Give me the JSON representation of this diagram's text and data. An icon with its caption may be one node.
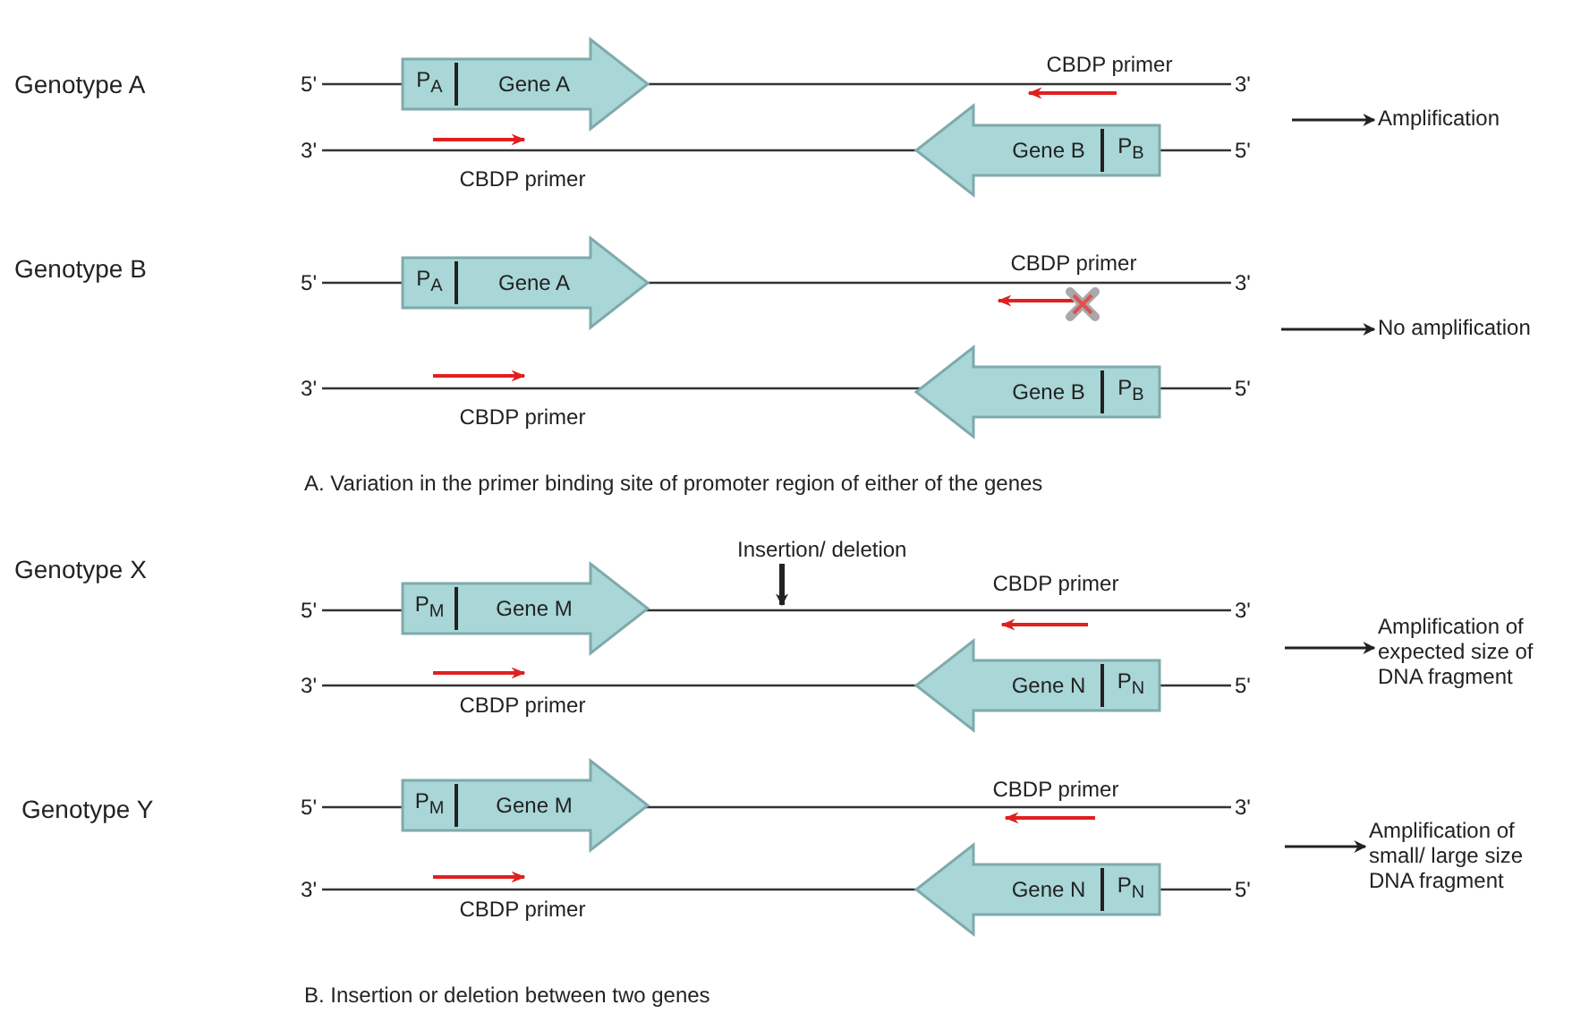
{
  "diagram": {
    "nodes": [
      {
        "text": [
          "P$_{A}$",
          "Gene A"
        ]
      },
      {
        "text": [
          "Gene B",
          "P$_{B}$"
        ]
      },
      {
        "text": [
          "Amplification"
        ]
      },
      {
        "text": [
          "P$_{A}$",
          "Gene A"
        ]
      },
      {
        "text": [
          "Gene B",
          "P$_{B}$"
        ]
      },
      {
        "text": [
          "No amplification"
        ]
      },
      {
        "text": [
          "Insertion/ deletion"
        ]
      },
      {
        "text": [
          "P$_{M}$",
          "Gene M"
        ]
      },
      {
        "text": [
          "Gene N",
          "P$_{N}$"
        ]
      },
      {
        "text": [
          "Amplification of expected size of DNA fragment"
        ]
      },
      {
        "text": [
          "P$_{M}$",
          "Gene M"
        ]
      },
      {
        "text": [
          "Gene N",
          "P$_{N}$"
        ]
      },
      {
        "text": [
          "Amplification of small/ large size DNA fragment"
        ]
      }
    ],
    "edges": [
      {
        "from": null,
        "to": 2,
        "arrow": "to"
      },
      {
        "from": null,
        "to": 5,
        "arrow": "to"
      },
      {
        "from": 6,
        "to": null,
        "arrow": "to",
        "style": "thick"
      },
      {
        "from": null,
        "to": 9,
        "arrow": "to"
      },
      {
        "from": null,
        "to": 12,
        "arrow": "to"
      }
    ],
    "labels": [
      "Genotype A",
      "5'",
      "CBDP primer",
      "3'",
      "3'",
      "CBDP primer",
      "5'",
      "Genotype B",
      "5'",
      "CBDP primer",
      "3'",
      "3'",
      "CBDP primer",
      "5'",
      "A. Variation in the primer binding site of promoter region of either of the genes",
      "Genotype X",
      "5'",
      "CBDP primer",
      "3'",
      "3'",
      "CBDP primer",
      "5'",
      "Genotype Y",
      "5'",
      "CBDP primer",
      "3'",
      "3'",
      "CBDP primer",
      "5'",
      "B. Insertion or deletion between two genes"
    ]
  }
}
